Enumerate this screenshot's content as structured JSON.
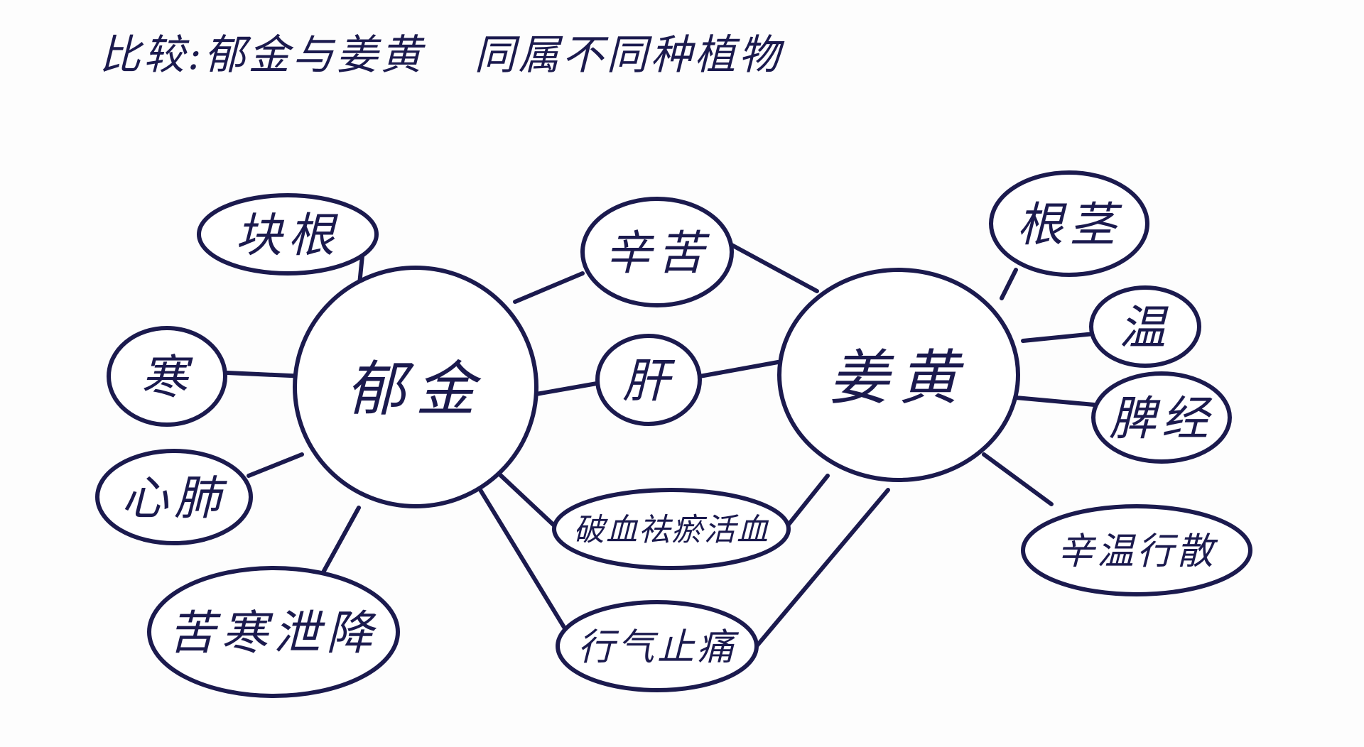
{
  "title": {
    "part1": "比较:郁金与姜黄",
    "part2": "同属不同种植物"
  },
  "colors": {
    "ink": "#1b1a4e",
    "paper": "#fdfdfd"
  },
  "hubs": {
    "yujin": "郁金",
    "jianghuang": "姜黄"
  },
  "yujin_nodes": {
    "root": "块根",
    "cold": "寒",
    "heart_lung": "心肺",
    "bitter_cold": "苦寒泄降"
  },
  "shared_nodes": {
    "acrid_bitter": "辛苦",
    "liver": "肝",
    "blood": "破血祛瘀活血",
    "qi_pain": "行气止痛"
  },
  "jianghuang_nodes": {
    "rhizome": "根茎",
    "warm": "温",
    "spleen": "脾经",
    "acrid_warm": "辛温行散"
  }
}
